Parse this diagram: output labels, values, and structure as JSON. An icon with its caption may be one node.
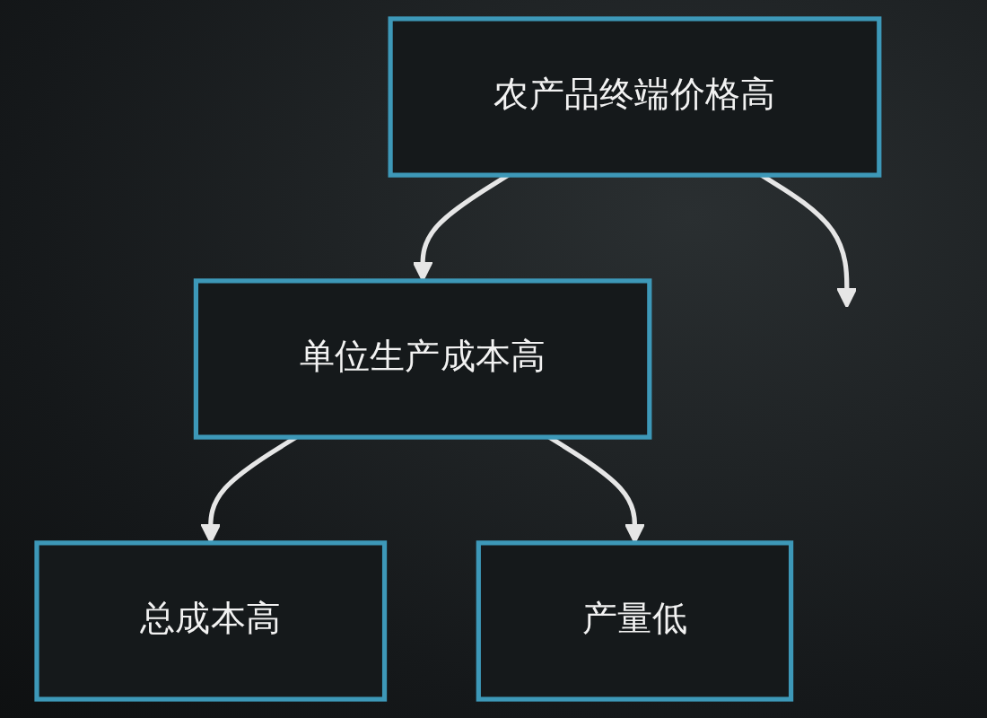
{
  "diagram": {
    "nodes": [
      {
        "text": [
          "农产品终端价格高"
        ]
      },
      {
        "text": [
          "单位生产成本高"
        ]
      },
      {
        "text": [
          "总成本高"
        ]
      },
      {
        "text": [
          "产量低"
        ]
      }
    ],
    "edges": [
      {
        "from": 0,
        "to": 1,
        "arrow": "to"
      },
      {
        "from": 0,
        "to": null,
        "arrow": "to"
      },
      {
        "from": 1,
        "to": 2,
        "arrow": "to"
      },
      {
        "from": 1,
        "to": 3,
        "arrow": "to"
      }
    ]
  }
}
